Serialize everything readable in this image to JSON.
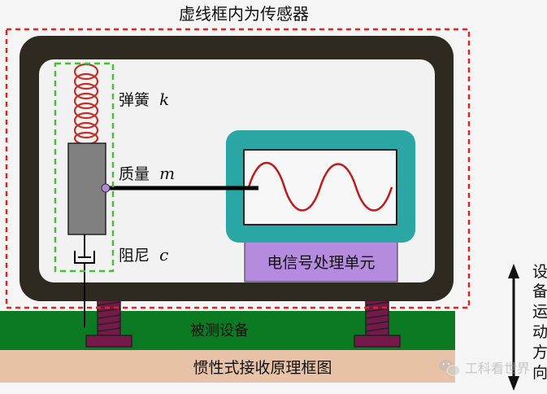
{
  "title": "虚线框内为传感器",
  "labels": {
    "spring": "弹簧",
    "spring_symbol": "k",
    "mass": "质量",
    "mass_symbol": "m",
    "damper": "阻尼",
    "damper_symbol": "c",
    "processor": "电信号处理单元",
    "device": "被测设备",
    "base": "惯性式接收原理框图",
    "motion_direction": [
      "设",
      "备",
      "运",
      "动",
      "方",
      "向"
    ]
  },
  "watermark": "工科看世界",
  "colors": {
    "background": "#f5f5f5",
    "housing": "#2e2a1f",
    "housing_inner": "#f2f2f2",
    "sensor_border": "#e52420",
    "spring_box": "#44c235",
    "spring": "#c0302a",
    "mass": "#808080",
    "mass_pivot": "#b28bd6",
    "monitor_frame": "#2aa6a4",
    "monitor_screen": "#f7f7f7",
    "wave": "#c21a1a",
    "processor": "#b58be0",
    "device": "#0b7a22",
    "base": "#e8c2a6",
    "mount": "#74194a",
    "arrow": "#111111"
  },
  "icons": [
    "wechat-icon",
    "up-down-arrow-icon"
  ]
}
